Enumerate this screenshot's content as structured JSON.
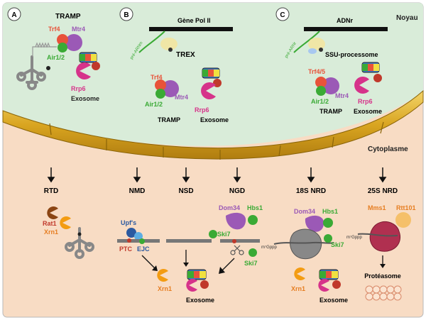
{
  "panels": {
    "a": "A",
    "b": "B",
    "c": "C"
  },
  "compartments": {
    "nucleus": "Noyau",
    "cytoplasm": "Cytoplasme"
  },
  "panel_a": {
    "tramp": "TRAMP",
    "trf4": "Trf4",
    "mtr4": "Mtr4",
    "air": "Air1/2",
    "rrp6": "Rrp6",
    "exosome": "Exosome"
  },
  "panel_b": {
    "gene": "Gène Pol II",
    "rna": "pré-ARNm",
    "trex": "TREX",
    "trf4": "Trf4",
    "mtr4": "Mtr4",
    "air": "Air1/2",
    "rrp6": "Rrp6",
    "tramp": "TRAMP",
    "exosome": "Exosome"
  },
  "panel_c": {
    "gene": "ADNr",
    "rna": "pré-ARNr",
    "ssu": "SSU-processome",
    "trf4": "Trf4/5",
    "mtr4": "Mtr4",
    "air": "Air1/2",
    "rrp6": "Rrp6",
    "tramp": "TRAMP",
    "exosome": "Exosome"
  },
  "pathways": [
    "RTD",
    "NMD",
    "NSD",
    "NGD",
    "18S NRD",
    "25S NRD"
  ],
  "cyto": {
    "rat1": "Rat1",
    "xrn1_a": "Xrn1",
    "upfs": "Upf's",
    "ptc": "PTC",
    "ejc": "EJC",
    "xrn1_b": "Xrn1",
    "ski7_a": "Ski7",
    "exosome_b": "Exosome",
    "dom34_a": "Dom34",
    "hbs1_a": "Hbs1",
    "ski7_b": "Ski7",
    "dom34_b": "Dom34",
    "hbs1_b": "Hbs1",
    "ski7_c": "Ski7",
    "cap": "m⁷Gppp",
    "xrn1_c": "Xrn1",
    "exosome_c": "Exosome",
    "mms1": "Mms1",
    "rtt101": "Rtt101",
    "cap2": "m⁷Gppp",
    "proteasome": "Protéasome"
  },
  "colors": {
    "nucleus_bg": "#d9ecd9",
    "cyto_bg": "#f8dcc4",
    "envelope": "#d9a520",
    "trf4": "#e8533a",
    "mtr4": "#9b59b6",
    "air": "#3aaa35",
    "rrp6": "#d6338a",
    "xrn1": "#f39c12"
  }
}
